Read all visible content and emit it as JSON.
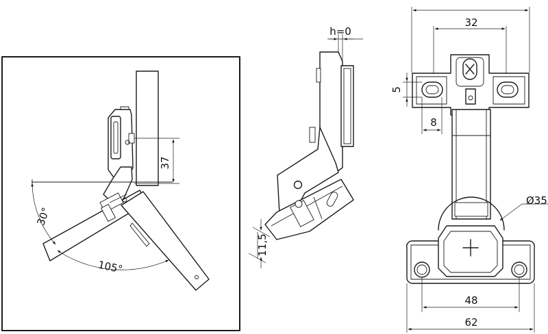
{
  "side_view_left": {
    "angle_1": "30°",
    "angle_2": "105°",
    "distance": "37"
  },
  "side_view_middle": {
    "overlay": "h=0",
    "drop": "11,5"
  },
  "front_view": {
    "width_top": "32",
    "slot_height": "5",
    "slot_width": "8",
    "cup_diameter": "Ø35",
    "hole_spacing": "48",
    "width_bottom": "62"
  }
}
